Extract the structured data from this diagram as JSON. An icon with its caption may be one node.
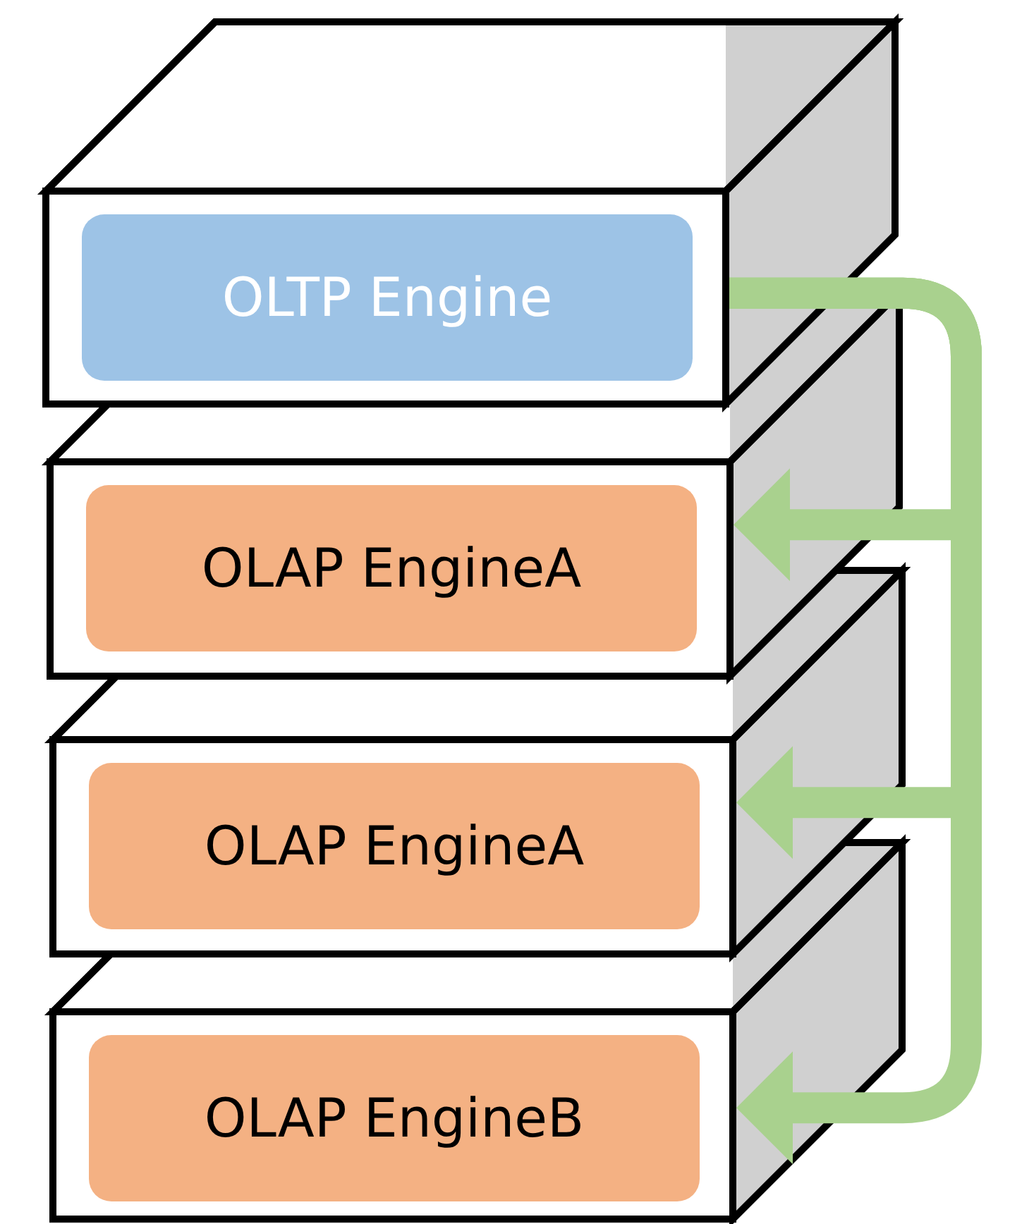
{
  "diagram": {
    "nodes": [
      {
        "text": [],
        "shape": "box"
      },
      {
        "text": [
          "OLTP Engine"
        ],
        "in": 0
      },
      {
        "text": [],
        "shape": "box"
      },
      {
        "text": [
          "OLAP EngineA"
        ],
        "in": 2
      },
      {
        "text": [],
        "shape": "box"
      },
      {
        "text": [
          "OLAP EngineA"
        ],
        "in": 4
      },
      {
        "text": [],
        "shape": "box"
      },
      {
        "text": [
          "OLAP EngineB"
        ],
        "in": 6
      }
    ],
    "edges": [
      {
        "from": 0,
        "to": 2,
        "arrow": "to"
      },
      {
        "from": 0,
        "to": 4,
        "arrow": "to"
      },
      {
        "from": 0,
        "to": 6,
        "arrow": "to"
      }
    ]
  }
}
